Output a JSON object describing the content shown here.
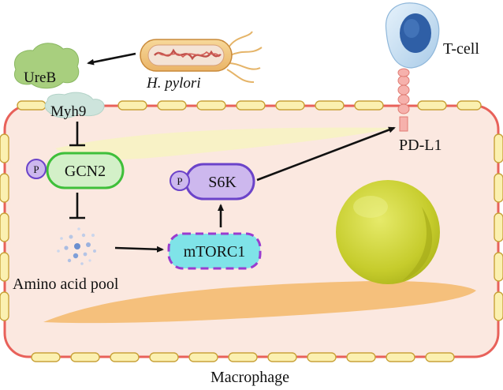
{
  "labels": {
    "ureb": "UreB",
    "hpylori": "H. pylori",
    "tcell": "T-cell",
    "myh9": "Myh9",
    "pdl1": "PD-L1",
    "gcn2": "GCN2",
    "s6k": "S6K",
    "p": "P",
    "mtorc1": "mTORC1",
    "amino": "Amino acid pool",
    "macrophage": "Macrophage"
  },
  "colors": {
    "membrane": "#e8615a",
    "membrane_bead": "#fbf0b0",
    "membrane_bead_edge": "#c9a23a",
    "cytoplasm": "#fbe7df",
    "gcn2_fill": "#d3f0c8",
    "gcn2_stroke": "#3fbf3a",
    "s6k_fill": "#cdb8ee",
    "s6k_stroke": "#6b43c9",
    "mtorc1_fill": "#7fe3e8",
    "mtorc1_stroke": "#9a3ccf",
    "nucleus": "#c8d030",
    "er": "#f7c68a",
    "ureb": "#a8cf7e",
    "myh9": "#cde4dc",
    "tcell_body": "#bcd8ee",
    "tcell_nucleus": "#2f5fa6",
    "pdl1": "#f6b1ac"
  }
}
